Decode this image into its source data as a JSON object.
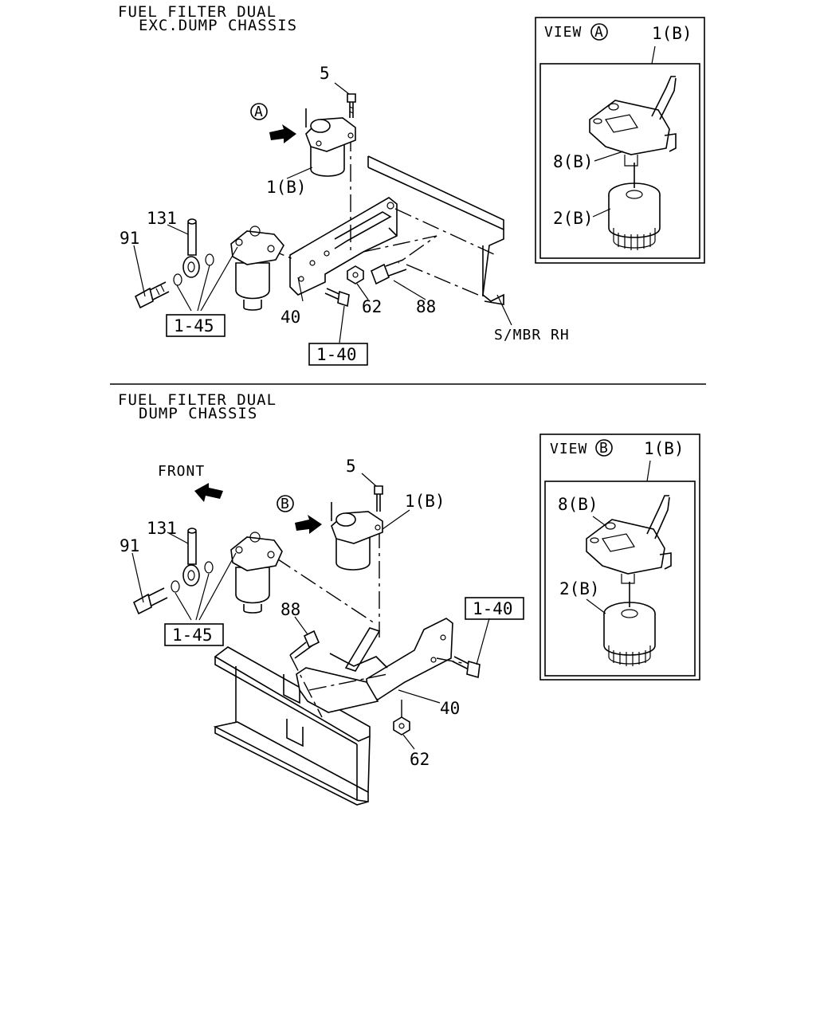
{
  "top": {
    "title_line1": "FUEL FILTER DUAL",
    "title_line2": "EXC.DUMP CHASSIS",
    "view": {
      "label": "VIEW",
      "marker": "A",
      "part_head": "1(B)",
      "part_head_label": "8(B)",
      "part_element": "2(B)"
    },
    "labels": {
      "view_marker": "A",
      "p5": "5",
      "p1b": "1(B)",
      "p131": "131",
      "p91": "91",
      "p40": "40",
      "p62": "62",
      "p88": "88",
      "ref145": "1-45",
      "ref140": "1-40",
      "frame": "S/MBR RH"
    }
  },
  "bottom": {
    "title_line1": "FUEL FILTER DUAL",
    "title_line2": "DUMP CHASSIS",
    "view": {
      "label": "VIEW",
      "marker": "B",
      "part_head": "1(B)",
      "part_head_label": "8(B)",
      "part_element": "2(B)"
    },
    "labels": {
      "front": "FRONT",
      "view_marker": "B",
      "p5": "5",
      "p1b": "1(B)",
      "p131": "131",
      "p91": "91",
      "p88": "88",
      "p40": "40",
      "p62": "62",
      "ref145": "1-45",
      "ref140": "1-40"
    }
  }
}
